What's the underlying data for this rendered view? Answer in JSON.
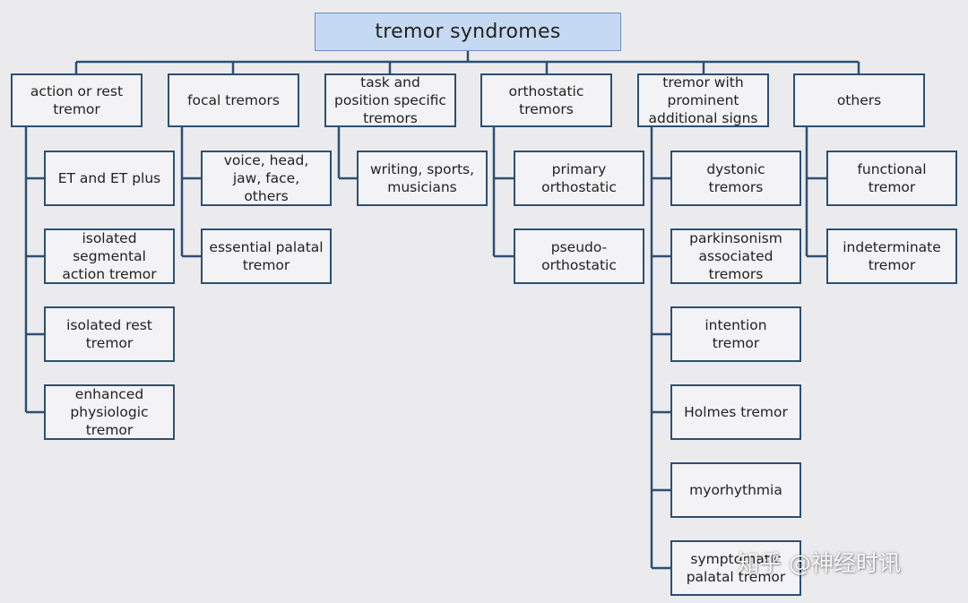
{
  "root": {
    "label": "tremor syndromes"
  },
  "categories": [
    {
      "label": "action or rest\ntremor",
      "children": [
        "ET and ET plus",
        "isolated\nsegmental\naction tremor",
        "isolated rest\ntremor",
        "enhanced\nphysiologic\ntremor"
      ]
    },
    {
      "label": "focal tremors",
      "children": [
        "voice, head,\njaw, face,\nothers",
        "essential palatal\ntremor"
      ]
    },
    {
      "label": "task and\nposition specific\ntremors",
      "children": [
        "writing, sports,\nmusicians"
      ]
    },
    {
      "label": "orthostatic\ntremors",
      "children": [
        "primary\northostatic",
        "pseudo-\northostatic"
      ]
    },
    {
      "label": "tremor with\nprominent\nadditional signs",
      "children": [
        "dystonic\ntremors",
        "parkinsonism\nassociated\ntremors",
        "intention\ntremor",
        "Holmes tremor",
        "myorhythmia",
        "symptomatic\npalatal tremor"
      ]
    },
    {
      "label": "others",
      "children": [
        "functional\ntremor",
        "indeterminate\ntremor"
      ]
    }
  ],
  "watermark": "知乎 @神经时讯",
  "colors": {
    "root_fill": "#c6d9f2",
    "box_border": "#2d4f73",
    "connector": "#2d4f73",
    "background": "#ebebee"
  }
}
